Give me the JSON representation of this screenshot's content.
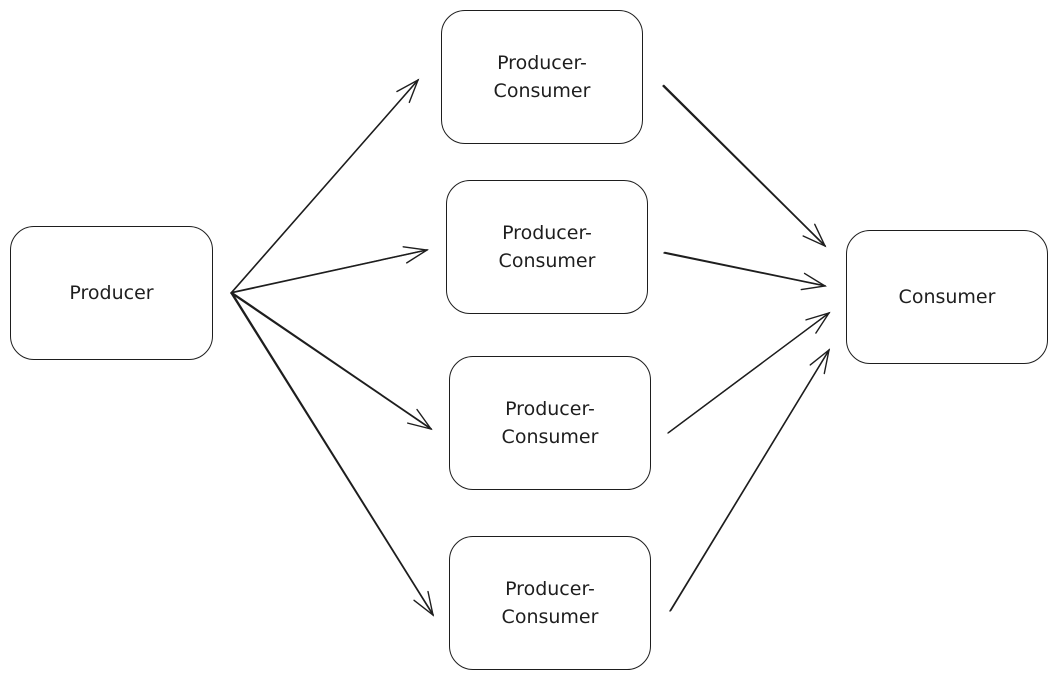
{
  "diagram": {
    "nodes": [
      {
        "id": "producer",
        "label": "Producer"
      },
      {
        "id": "pc1",
        "label": "Producer-\nConsumer"
      },
      {
        "id": "pc2",
        "label": "Producer-\nConsumer"
      },
      {
        "id": "pc3",
        "label": "Producer-\nConsumer"
      },
      {
        "id": "pc4",
        "label": "Producer-\nConsumer"
      },
      {
        "id": "consumer",
        "label": "Consumer"
      }
    ],
    "edges": [
      {
        "from": "producer",
        "to": "pc1"
      },
      {
        "from": "producer",
        "to": "pc2"
      },
      {
        "from": "producer",
        "to": "pc3"
      },
      {
        "from": "producer",
        "to": "pc4"
      },
      {
        "from": "pc1",
        "to": "consumer"
      },
      {
        "from": "pc2",
        "to": "consumer"
      },
      {
        "from": "pc3",
        "to": "consumer"
      },
      {
        "from": "pc4",
        "to": "consumer"
      }
    ],
    "stroke_color": "#1e1e1e"
  }
}
